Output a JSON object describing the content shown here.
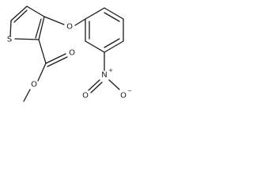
{
  "molecule": {
    "atoms": {
      "sulfur": "S",
      "ether_oxygen": "O",
      "carbonyl_oxygen": "O",
      "ester_oxygen": "O",
      "nitro_nitrogen": "N",
      "nitro_oxygen_double": "O",
      "nitro_oxygen_single": "O"
    },
    "charges": {
      "nitrogen_charge": "+",
      "oxygen_charge": "−"
    }
  }
}
